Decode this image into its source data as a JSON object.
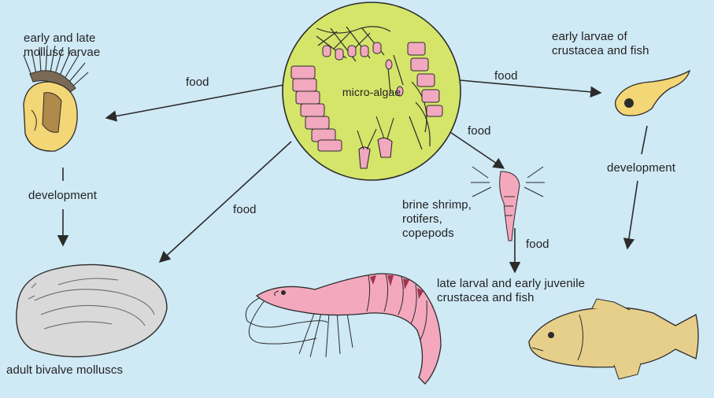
{
  "diagram": {
    "center_label": "micro-algae",
    "nodes": {
      "mollusc_larvae": "early and late\nmollusc larvae",
      "crustacea_fish_larvae": "early larvae of\ncrustacea and fish",
      "brine_shrimp": "brine shrimp,\nrotifers,\ncopepods",
      "juvenile": "late larval and early juvenile\ncrustacea and fish",
      "adult_bivalve": "adult bivalve molluscs"
    },
    "edges": {
      "food_to_mollusc_larvae": "food",
      "food_to_crustacea_larvae": "food",
      "food_to_brine_shrimp": "food",
      "food_to_adult_bivalve": "food",
      "food_brine_to_juvenile": "food",
      "development_mollusc": "development",
      "development_crustacea": "development"
    },
    "colors": {
      "background": "#cfe9f5",
      "algae_circle": "#d4e56a",
      "algae_cells": "#f2a8bf",
      "larva_yellow": "#f3d675",
      "shrimp_pink": "#f4a8be",
      "oyster_grey": "#d9d9d9",
      "fish_tan": "#e6cf8a"
    }
  }
}
